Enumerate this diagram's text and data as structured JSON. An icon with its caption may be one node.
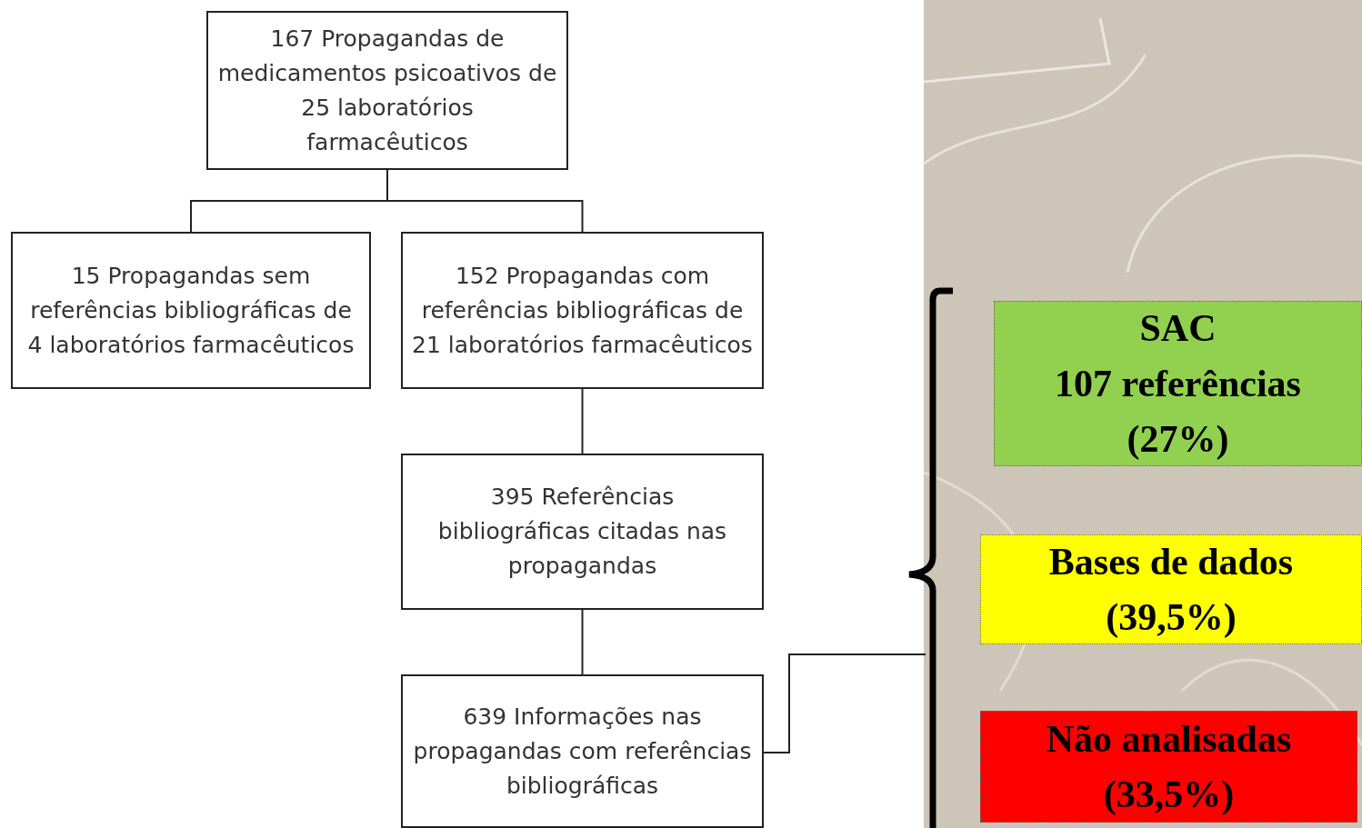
{
  "diagram": {
    "nodes": [
      {
        "text": [
          "167 Propagandas de medicamentos psicoativos de 25 laboratórios farmacêuticos"
        ]
      },
      {
        "text": [
          "15 Propagandas sem referências bibliográficas de 4 laboratórios farmacêuticos"
        ]
      },
      {
        "text": [
          "152 Propagandas com referências bibliográficas de 21 laboratórios farmacêuticos"
        ]
      },
      {
        "text": [
          "395 Referências bibliográficas citadas nas propagandas"
        ]
      },
      {
        "text": [
          "639 Informações nas propagandas com referências bibliográficas"
        ]
      },
      {
        "text": [
          "SAC",
          "107 referências (27%)"
        ]
      },
      {
        "text": [
          "Bases de dados (39,5%)"
        ]
      },
      {
        "text": [
          "Não analisadas (33,5%)"
        ]
      }
    ],
    "edges": [
      {
        "from": 0,
        "to": 1,
        "arrow": "none"
      },
      {
        "from": 0,
        "to": 2,
        "arrow": "none"
      },
      {
        "from": 2,
        "to": 3,
        "arrow": "none"
      },
      {
        "from": 3,
        "to": 4,
        "arrow": "none"
      },
      {
        "from": 4,
        "to": null,
        "arrow": "none"
      }
    ]
  }
}
